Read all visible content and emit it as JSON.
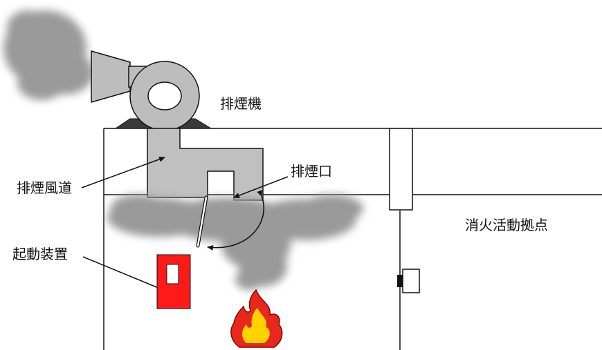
{
  "labels": {
    "exhaust_fan": "排煙機",
    "exhaust_duct": "排煙風道",
    "exhaust_outlet": "排煙口",
    "activation_device": "起動装置",
    "firefighting_base": "消火活動拠点"
  },
  "colors": {
    "smoke": "#9a9a9a",
    "fan_body": "#bdbdbd",
    "duct": "#c0c0c0",
    "device": "#ff1a1a",
    "flame_outer": "#e8281c",
    "flame_inner": "#ffd200",
    "line": "#111111"
  },
  "icons": {
    "fire": "fire-icon",
    "smoke": "smoke-cloud-icon",
    "fan": "exhaust-fan-icon"
  }
}
